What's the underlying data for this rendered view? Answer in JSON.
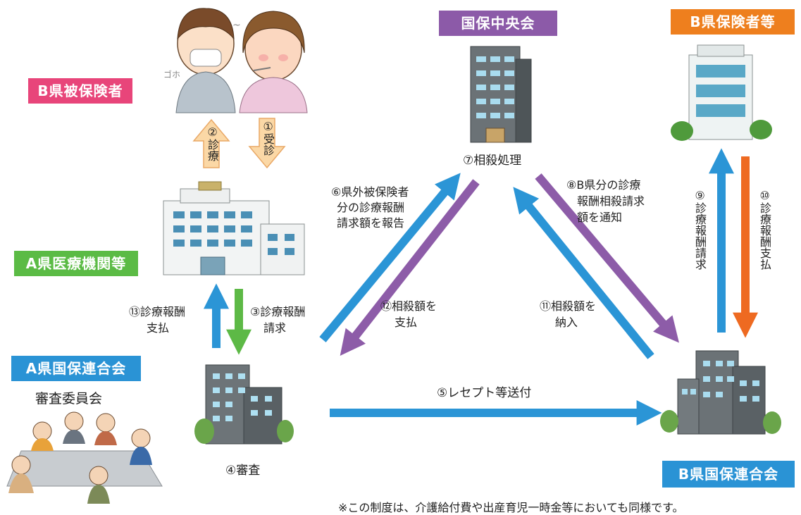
{
  "colors": {
    "pink": "#e8457a",
    "green": "#5bbb45",
    "blue": "#2a93d5",
    "purple": "#8c5aa8",
    "orange": "#ee7f1e",
    "arrow_blue": "#2b95d6",
    "arrow_purple": "#8d5ca8",
    "arrow_green": "#5db946",
    "arrow_orange": "#ee6a21",
    "arrow_peach": "#fbd8a6"
  },
  "nodes": {
    "b_insured": "B県被保険者",
    "a_medical": "A県医療機関等",
    "a_federation": "A県国保連合会",
    "review_committee": "審査委員会",
    "central": "国保中央会",
    "b_insurer": "B県保険者等",
    "b_federation": "B県国保連合会"
  },
  "steps": {
    "s1": "①受診",
    "s2": "②診療",
    "s3_line1": "③診療報酬",
    "s3_line2": "請求",
    "s4": "④審査",
    "s5": "⑤レセプト等送付",
    "s6_line1": "⑥県外被保険者",
    "s6_line2": "分の診療報酬",
    "s6_line3": "請求額を報告",
    "s7": "⑦相殺処理",
    "s8_line1": "⑧B県分の診療",
    "s8_line2": "報酬相殺請求",
    "s8_line3": "額を通知",
    "s9": "⑨診療報酬請求",
    "s10": "⑩診療報酬支払",
    "s11_line1": "⑪相殺額を",
    "s11_line2": "納入",
    "s12_line1": "⑫相殺額を",
    "s12_line2": "支払",
    "s13_line1": "⑬診療報酬",
    "s13_line2": "支払"
  },
  "footnote": "※この制度は、介護給付費や出産育児一時金等においても同様です。",
  "icons": [
    "patients-illustration",
    "hospital-illustration",
    "federation-building-illustration",
    "committee-meeting-illustration",
    "central-building-illustration",
    "insurer-building-illustration"
  ]
}
